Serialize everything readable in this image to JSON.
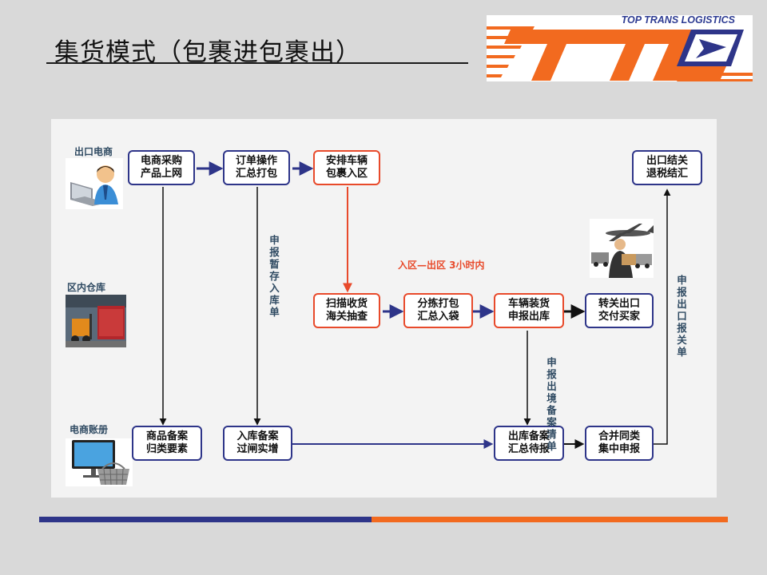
{
  "title": "集货模式（包裹进包裹出）",
  "logo": {
    "tagline": "TOP TRANS LOGISTICS",
    "letters": "TTL",
    "colors": {
      "orange": "#f26a1f",
      "navy": "#2e3589"
    }
  },
  "roles": {
    "exporter": "出口电商",
    "warehouse": "区内仓库",
    "ledger": "电商账册"
  },
  "nodes": {
    "purchase": "电商采购\n产品上网",
    "order_ops": "订单操作\n汇总打包",
    "vehicle_arrange": "安排车辆\n包裹入区",
    "settlement": "出口结关\n退税结汇",
    "scan": "扫描收货\n海关抽查",
    "sort_pack": "分拣打包\n汇总入袋",
    "load_declare": "车辆装货\n申报出库",
    "transfer_export": "转关出口\n交付买家",
    "goods_record": "商品备案\n归类要素",
    "inbound_record": "入库备案\n过闸实增",
    "outbound_record": "出库备案\n汇总待报",
    "merge_declare": "合并同类\n集中申报"
  },
  "labels": {
    "declare_temp_storage": "申报暂存入库单",
    "declare_export_list": "申报出境备案清单",
    "declare_export_form": "申报出口报关单",
    "time_window": "入区—出区 3小时内"
  },
  "colors": {
    "flow_blue": "#2e3589",
    "flow_red": "#e84a2b",
    "label_text": "#2f4a62",
    "accent_orange": "#f26a1f"
  }
}
